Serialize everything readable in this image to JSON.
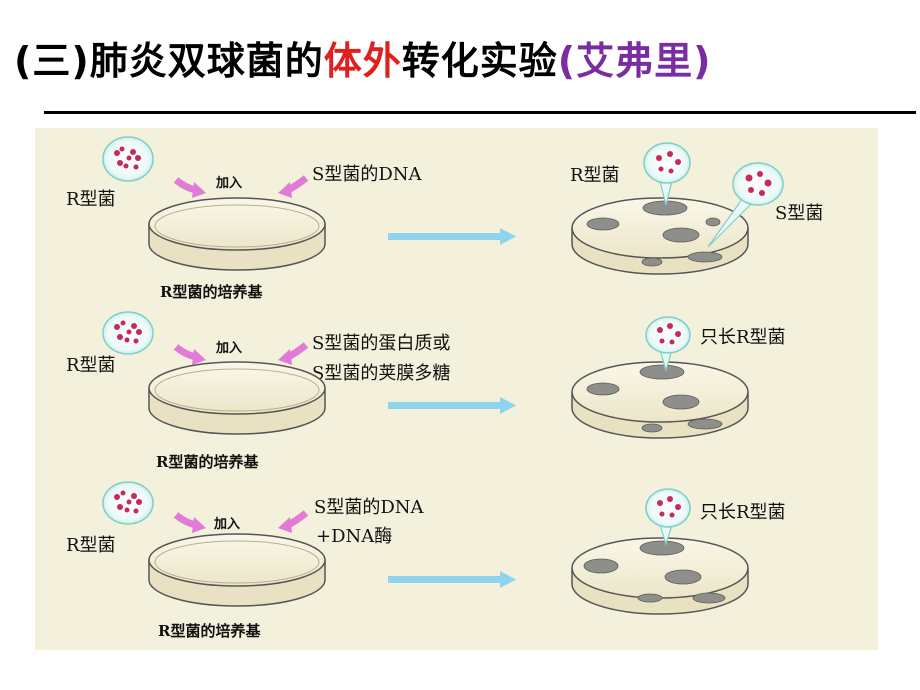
{
  "title": {
    "prefix": "(三)肺炎双球菌的",
    "highlight": "体外",
    "middle": "转化实验",
    "source": "(艾弗里)"
  },
  "colors": {
    "highlight": "#e0201e",
    "source": "#7a2da0",
    "panel_bg": "#f3f0dc",
    "arrow": "#8fd3ee",
    "pink_arrow": "#e27ad8",
    "bacteria": "#c8285a"
  },
  "rows": [
    {
      "left_label": "R型菌",
      "add_label": "加入",
      "added": [
        "S型菌的DNA"
      ],
      "plate_label": "R型菌的培养基",
      "result_labels": [
        "R型菌",
        "S型菌"
      ]
    },
    {
      "left_label": "R型菌",
      "add_label": "加入",
      "added": [
        "S型菌的蛋白质或",
        "S型菌的荚膜多糖"
      ],
      "plate_label": "R型菌的培养基",
      "result_labels": [
        "只长R型菌"
      ]
    },
    {
      "left_label": "R型菌",
      "add_label": "加入",
      "added": [
        "S型菌的DNA",
        "+DNA酶"
      ],
      "plate_label": "R型菌的培养基",
      "result_labels": [
        "只长R型菌"
      ]
    }
  ]
}
